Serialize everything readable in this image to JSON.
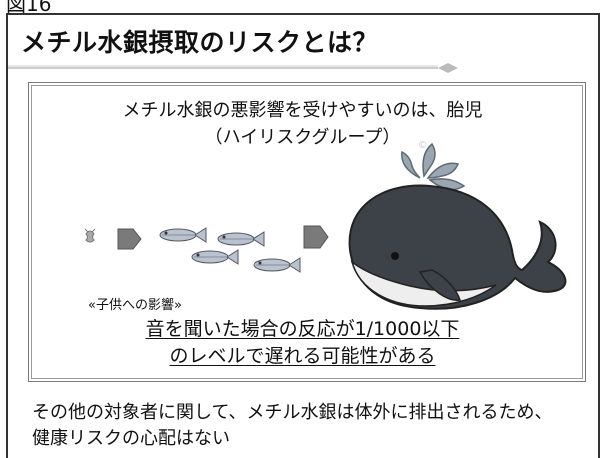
{
  "figure_label": "図16",
  "slide": {
    "title": "メチル水銀摂取のリスクとは？"
  },
  "panel": {
    "heading_line1": "メチル水銀の悪影響を受けやすいのは、胎児",
    "heading_line2": "（ハイリスクグループ）",
    "subheading": "«子供への影響»",
    "effect_line1": "音を聞いた場合の反応が1/1000以下",
    "effect_line2": "のレベルで遅れる可能性がある"
  },
  "note": {
    "line1": "その他の対象者に関して、メチル水銀は体外に排出されるため、",
    "line2": "健康リスクの心配はない"
  },
  "colors": {
    "border": "#333333",
    "arrow_fill": "#7a7a7a",
    "whale_body": "#3d4248",
    "whale_belly": "#eeeeee",
    "spout": "#9aa6b0",
    "fish_body": "#b9c3cf"
  }
}
